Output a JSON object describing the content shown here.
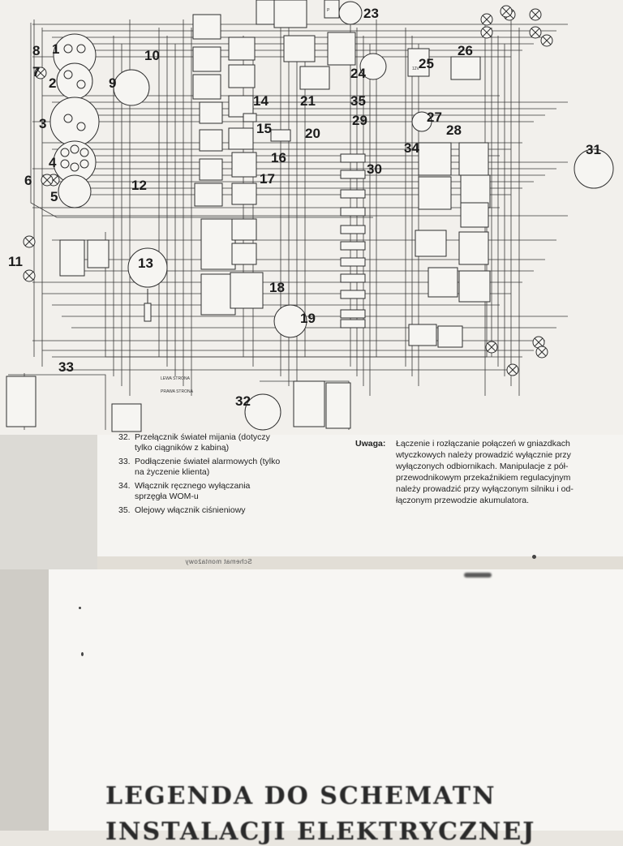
{
  "schematic": {
    "component_numbers": [
      "1",
      "2",
      "3",
      "4",
      "5",
      "6",
      "7",
      "8",
      "9",
      "10",
      "11",
      "12",
      "13",
      "14",
      "15",
      "16",
      "17",
      "18",
      "19",
      "20",
      "21",
      "23",
      "24",
      "25",
      "26",
      "27",
      "28",
      "29",
      "30",
      "31",
      "32",
      "33",
      "34",
      "35"
    ],
    "voltage_label": "12V",
    "terminal_label": "P",
    "side_left_label": "LEWA STRONA",
    "side_right_label": "PRAWA STRONA"
  },
  "legend": {
    "items": [
      {
        "num": "32.",
        "text": "Przełącznik świateł mijania (dotyczy\ntylko ciągników z kabiną)"
      },
      {
        "num": "33.",
        "text": "Podłączenie świateł alarmowych (tylko\nna życzenie klienta)"
      },
      {
        "num": "34.",
        "text": "Włącznik ręcznego wyłączania\nsprzęgła WOM-u"
      },
      {
        "num": "35.",
        "text": "Olejowy włącznik ciśnieniowy"
      }
    ],
    "note_label": "Uwaga:",
    "note_text": "Łączenie i rozłączanie połączeń w gniazdkach\nwtyczkowych należy prowadzić wyłącznie przy\nwyłączonych odbiornikach. Manipulacje z pół-\nprzewodnikowym przekaźnikiem regulacyjnym\nnależy prowadzić przy wyłączonym silniku i od-\nłączonym przewodzie akumulatora.",
    "mirrored_text": "Schemat montażowy"
  },
  "lower_page": {
    "heading_line1": "LEGENDA DO SCHEMATN",
    "heading_line2": "INSTALACJI ELEKTRYCZNEJ"
  }
}
